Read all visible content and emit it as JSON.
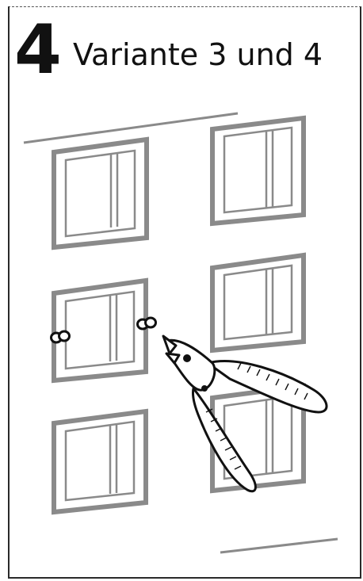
{
  "step": {
    "number": "4",
    "title": "Variante 3 und 4"
  },
  "illustration": {
    "subject": "building facade with six windows, cable ties on a window frame and side cutters",
    "outline_color": "#8a8a8a",
    "line_color": "#111111"
  }
}
